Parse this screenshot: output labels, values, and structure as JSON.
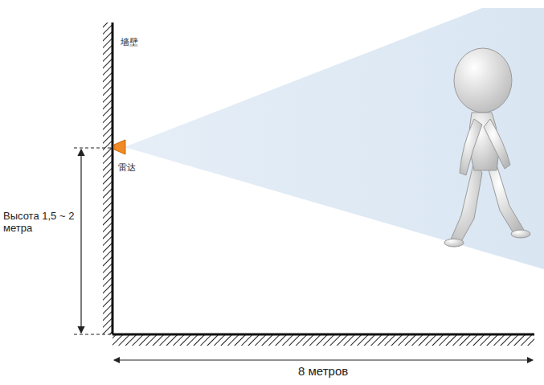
{
  "diagram": {
    "labels": [
      "墙壁",
      "雷达",
      "Высота 1,5 ~ 2 метра",
      "8 метров"
    ]
  }
}
